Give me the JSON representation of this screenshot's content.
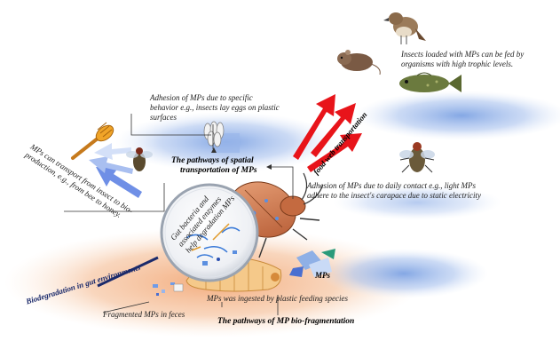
{
  "labels": {
    "adhesion_behavior": "Adhesion of MPs due to specific behavior e.g., insects lay eggs on plastic surfaces",
    "adhesion_behavior_l1": "Adhesion of MPs due to specific",
    "adhesion_behavior_l2": "behavior e.g., insects lay eggs on plastic",
    "adhesion_behavior_l3": "surfaces",
    "spatial_title_l1": "The pathways of spatial",
    "spatial_title_l2": "transportation of MPs",
    "adhesion_contact_l1": "Adhesion of MPs due to daily contact e.g., light MPs",
    "adhesion_contact_l2": "adhere to the insect's carapace due to static electricity",
    "insects_loaded_l1": "Insects loaded with MPs can be fed by",
    "insects_loaded_l2": "organisms with high trophic levels.",
    "food_web": "food web transportation",
    "honey_l1": "MPs can transport from insect to bio-",
    "honey_l2": "production, e.g., from bee to honey.",
    "gut_l1": "Gut bacteria and",
    "gut_l2": "associated enzymes",
    "gut_l3": "help degradation MPs",
    "biodegradation": "Biodegradation in gut environments",
    "mps": "MPs",
    "ingested": "MPs was ingested by plastic feeding species",
    "feces": "Fragmented MPs in feces",
    "fragmentation_title": "The pathways of MP bio-fragmentation"
  },
  "icons": [
    "honey-dipper-icon",
    "fly-icon",
    "eggs-icon",
    "beetle-icon",
    "larva-icon",
    "sparrow-icon",
    "mouse-icon",
    "fish-icon",
    "magnifier-icon"
  ],
  "colors": {
    "arrow_red": "#e8141a",
    "arrow_blue": "#6f8fe6",
    "blob_orange": "#f2b98e",
    "blob_blue": "#8fb0e6",
    "link_navy": "#1b2a6b"
  }
}
